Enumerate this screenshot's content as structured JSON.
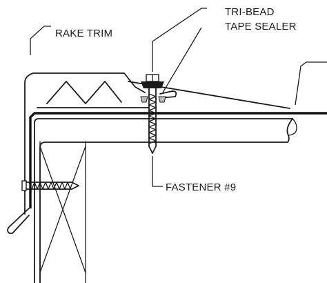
{
  "labels": {
    "rake_trim": "RAKE TRIM",
    "sealer_line1": "TRI-BEAD",
    "sealer_line2": "TAPE SEALER",
    "fastener": "FASTENER #9"
  },
  "colors": {
    "ink": "#1a1a1a",
    "background": "#ffffff",
    "sealer_fill": "#bdbdbd"
  }
}
